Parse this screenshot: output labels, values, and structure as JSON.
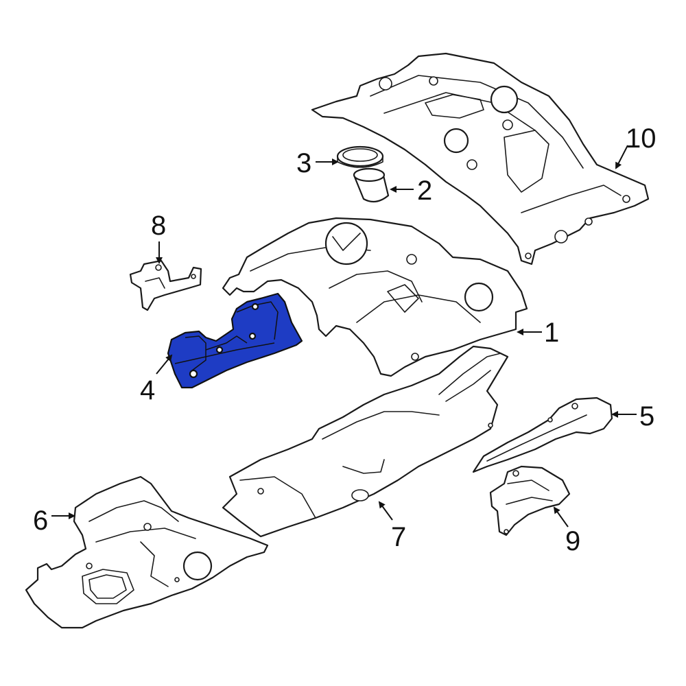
{
  "colors": {
    "highlight": "#1e3cc4",
    "line": "#1a1a1a",
    "background": "#ffffff"
  },
  "callouts": [
    {
      "label": "1"
    },
    {
      "label": "2"
    },
    {
      "label": "3"
    },
    {
      "label": "4"
    },
    {
      "label": "5"
    },
    {
      "label": "6"
    },
    {
      "label": "7"
    },
    {
      "label": "8"
    },
    {
      "label": "9"
    },
    {
      "label": "10"
    }
  ],
  "highlighted_part": "4"
}
